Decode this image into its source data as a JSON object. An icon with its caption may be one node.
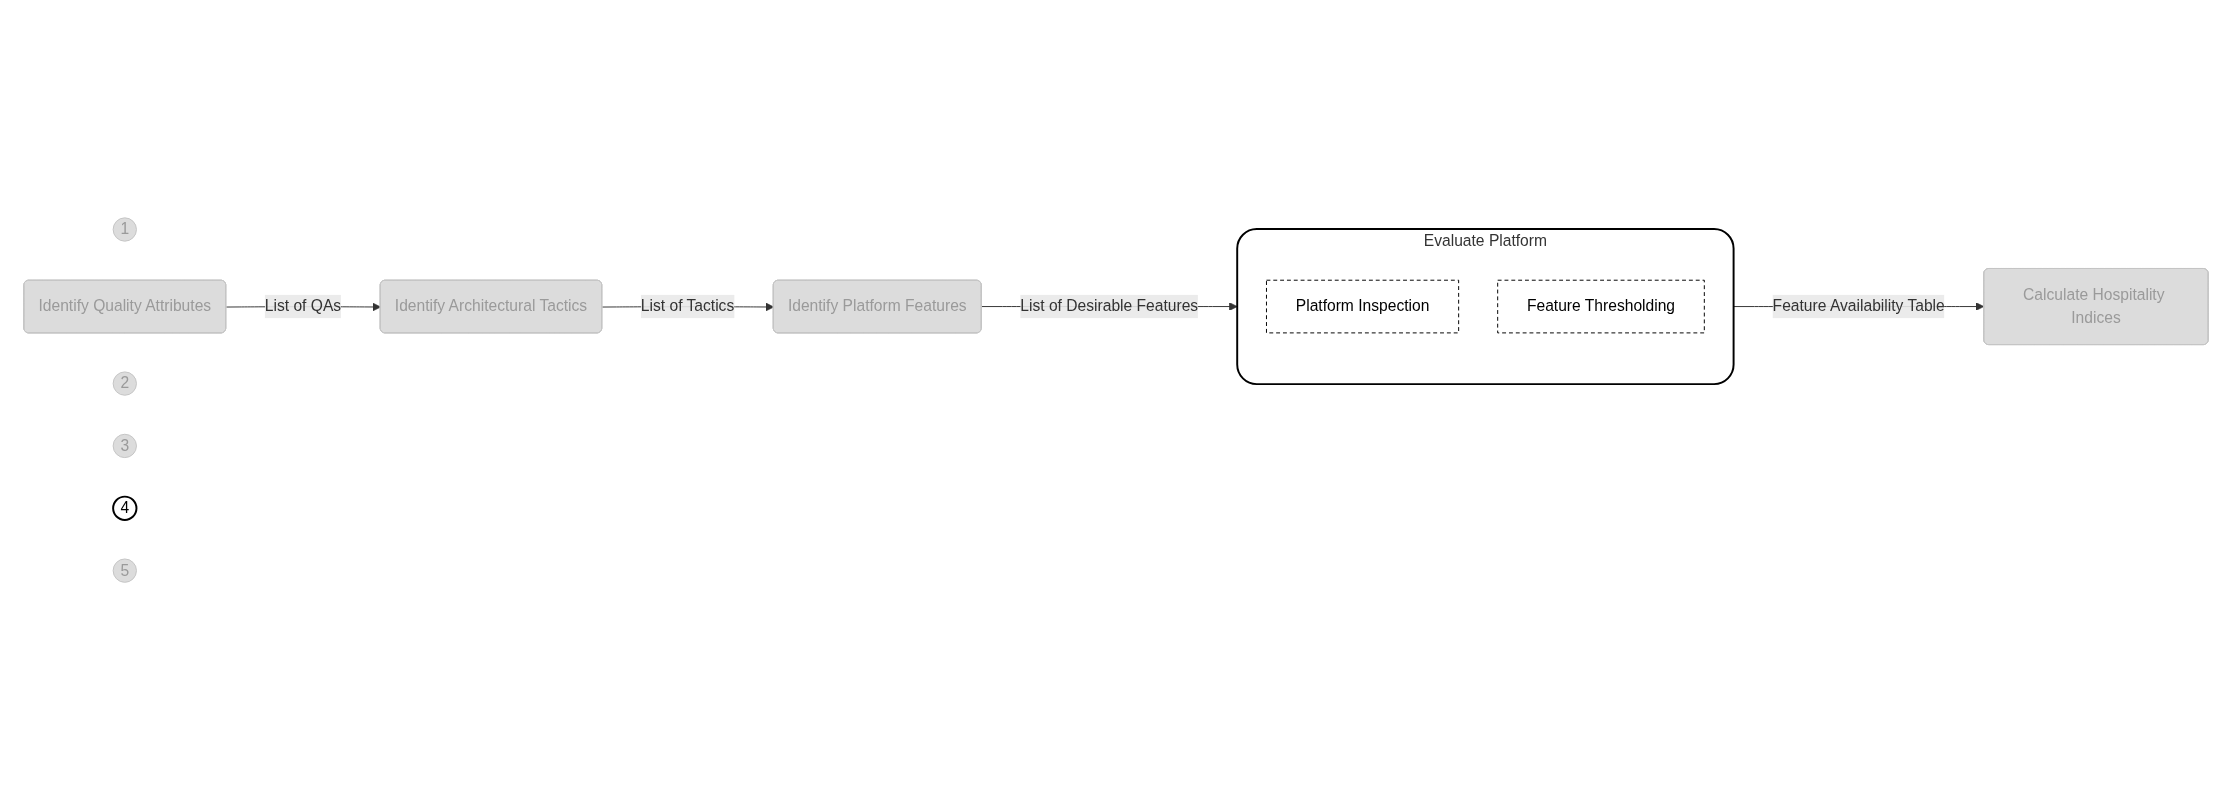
{
  "diagram": {
    "nodes": [
      {
        "text": [
          "1"
        ]
      },
      {
        "text": [
          "Identify Quality Attributes"
        ]
      },
      {
        "text": [
          "2"
        ]
      },
      {
        "text": [
          "Identify Architectural Tactics"
        ]
      },
      {
        "text": [
          "3"
        ]
      },
      {
        "text": [
          "Identify Platform Features"
        ]
      },
      {
        "text": [
          "4"
        ]
      },
      {
        "text": [
          "Evaluate Platform"
        ]
      },
      {
        "text": [
          "Platform Inspection"
        ],
        "in": 7
      },
      {
        "text": [
          "Feature Thresholding"
        ],
        "in": 7
      },
      {
        "text": [
          "5"
        ]
      },
      {
        "text": [
          "Calculate Hospitality Indices"
        ]
      }
    ],
    "edges": [
      {
        "from": 1,
        "to": 3,
        "arrow": "to",
        "label": "List of QAs"
      },
      {
        "from": 3,
        "to": 5,
        "arrow": "to",
        "label": "List of Tactics"
      },
      {
        "from": 5,
        "to": 7,
        "arrow": "to",
        "label": "List of Desirable Features"
      },
      {
        "from": 7,
        "to": 11,
        "arrow": "to",
        "label": "Feature Availability Table"
      }
    ]
  }
}
